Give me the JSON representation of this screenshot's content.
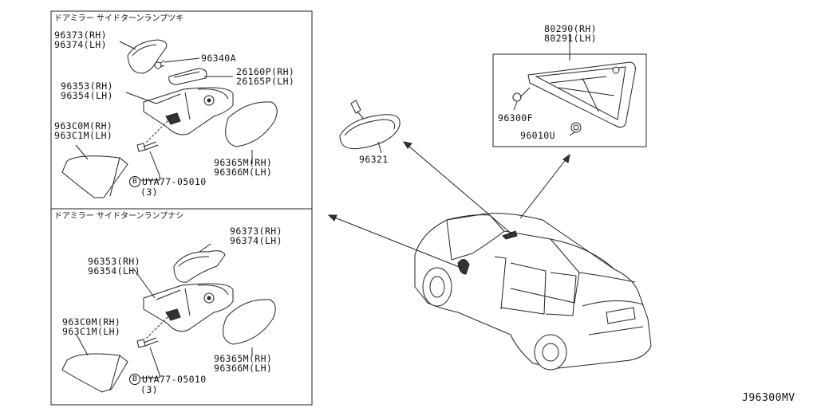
{
  "diagram_code": "J96300MV",
  "panel_top": {
    "header": "ドアミラー サイドターンランプツキ",
    "cover": [
      "96373(RH)",
      "96374(LH)"
    ],
    "screw": "96340A",
    "lamp": [
      "26160P(RH)",
      "26165P(LH)"
    ],
    "mirror_body": [
      "96353(RH)",
      "96354(LH)"
    ],
    "lower_cover": [
      "963C0M(RH)",
      "963C1M(LH)"
    ],
    "glass": [
      "96365M(RH)",
      "96366M(LH)"
    ],
    "bolt_mark": "B",
    "bolt": "UYA77-05010",
    "bolt_qty": "(3)"
  },
  "panel_bottom": {
    "header": "ドアミラー サイドターンランプナシ",
    "cover": [
      "96373(RH)",
      "96374(LH)"
    ],
    "mirror_body": [
      "96353(RH)",
      "96354(LH)"
    ],
    "lower_cover": [
      "963C0M(RH)",
      "963C1M(LH)"
    ],
    "glass": [
      "96365M(RH)",
      "96366M(LH)"
    ],
    "bolt_mark": "B",
    "bolt": "UYA77-05010",
    "bolt_qty": "(3)"
  },
  "inner_mirror": "96321",
  "quarter_glass": {
    "part": [
      "80290(RH)",
      "80291(LH)"
    ],
    "clip_a": "96300F",
    "clip_b": "96010U"
  }
}
